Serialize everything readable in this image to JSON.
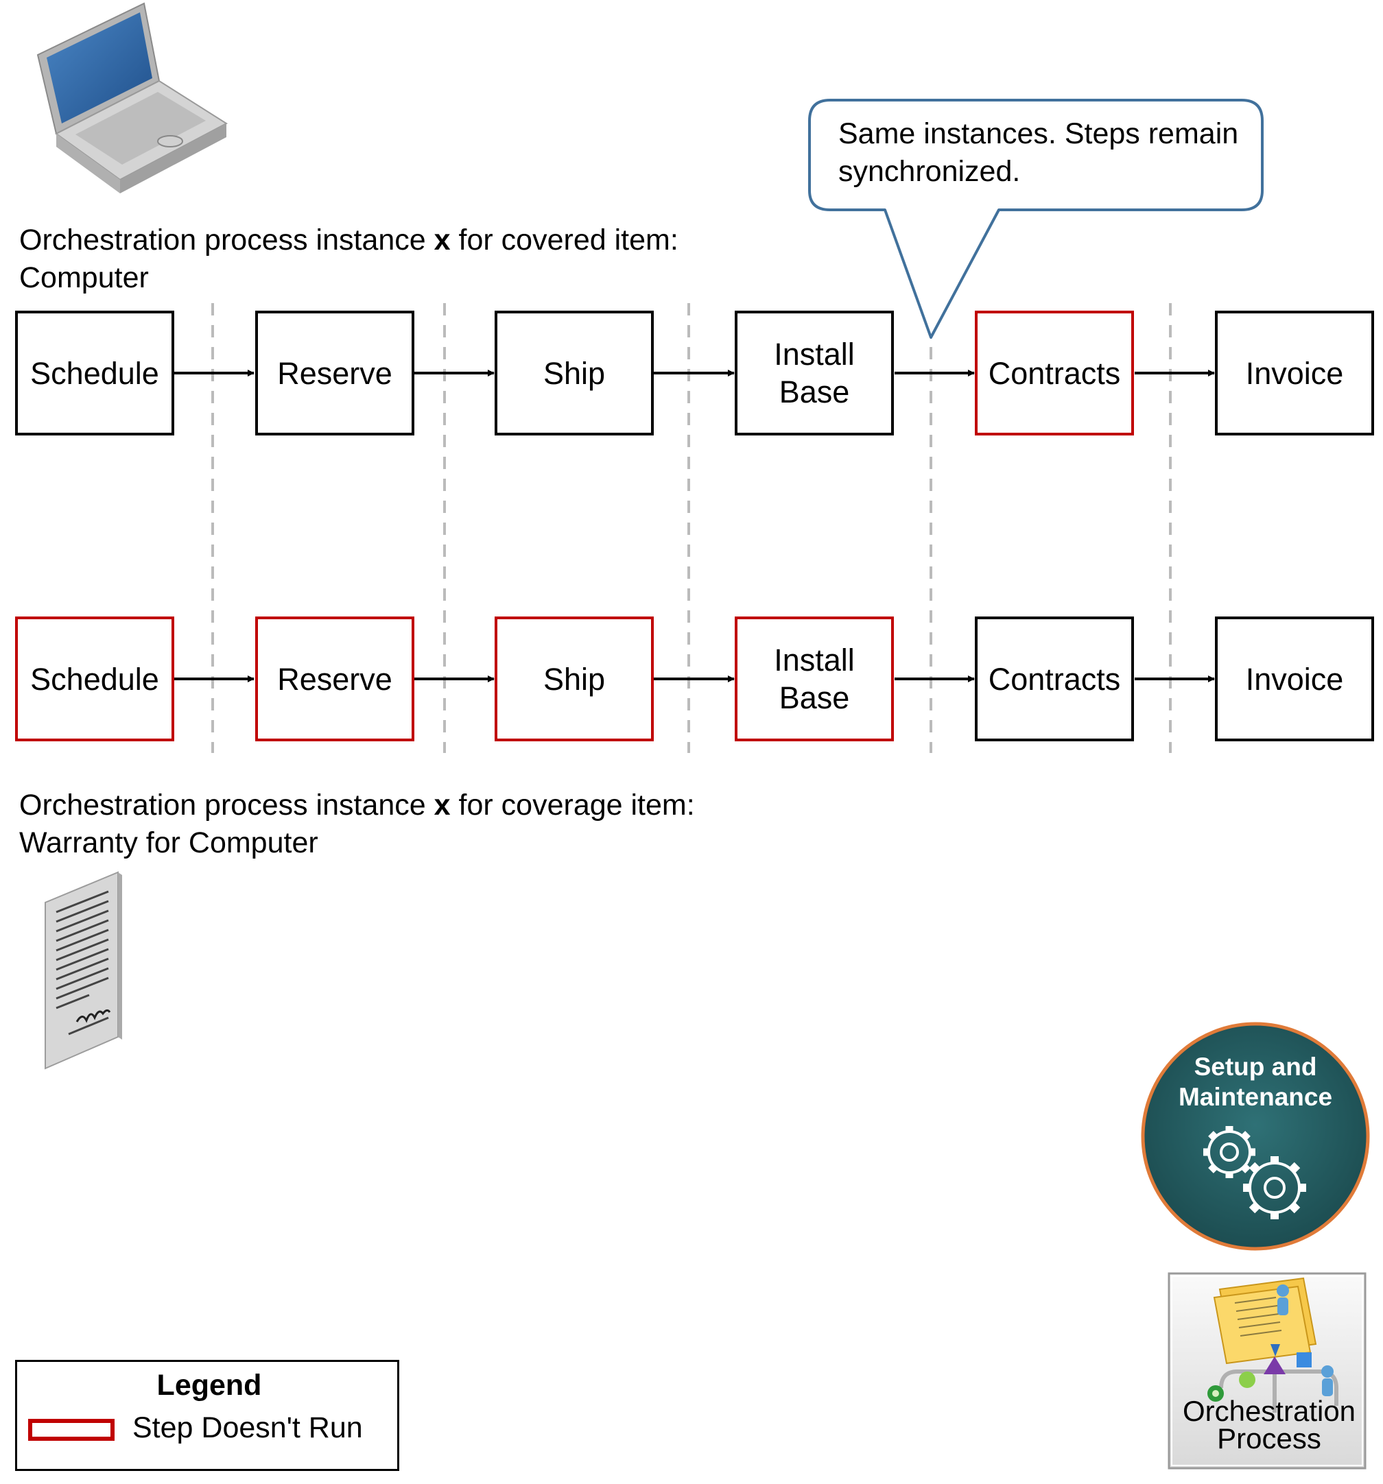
{
  "callout": {
    "text": "Same instances. Steps remain synchronized."
  },
  "top_caption": {
    "prefix": "Orchestration process instance ",
    "bold": "x",
    "suffix": " for covered item:",
    "line2": "Computer"
  },
  "bottom_caption": {
    "prefix": "Orchestration process instance ",
    "bold": "x",
    "suffix": " for coverage item:",
    "line2": "Warranty for Computer"
  },
  "top_row": [
    {
      "label": "Schedule",
      "runs": true
    },
    {
      "label": "Reserve",
      "runs": true
    },
    {
      "label": "Ship",
      "runs": true
    },
    {
      "label": "Install\nBase",
      "runs": true
    },
    {
      "label": "Contracts",
      "runs": false
    },
    {
      "label": "Invoice",
      "runs": true
    }
  ],
  "bottom_row": [
    {
      "label": "Schedule",
      "runs": false
    },
    {
      "label": "Reserve",
      "runs": false
    },
    {
      "label": "Ship",
      "runs": false
    },
    {
      "label": "Install\nBase",
      "runs": false
    },
    {
      "label": "Contracts",
      "runs": true
    },
    {
      "label": "Invoice",
      "runs": true
    }
  ],
  "legend": {
    "title": "Legend",
    "item": "Step Doesn't Run"
  },
  "badge": {
    "text": "Setup and Maintenance"
  },
  "orchestration_icon": {
    "label": "Orchestration\nProcess"
  },
  "colors": {
    "step_skipped": "#c00000",
    "step_runs": "#000000",
    "callout_border": "#41719c",
    "badge_fill": "#245a5e",
    "badge_ring": "#e07b39",
    "separator": "#bbbbbb"
  },
  "icons": {
    "laptop": "laptop-icon",
    "document": "warranty-document-icon",
    "gears": "gears-icon",
    "orchestration": "orchestration-process-icon"
  }
}
